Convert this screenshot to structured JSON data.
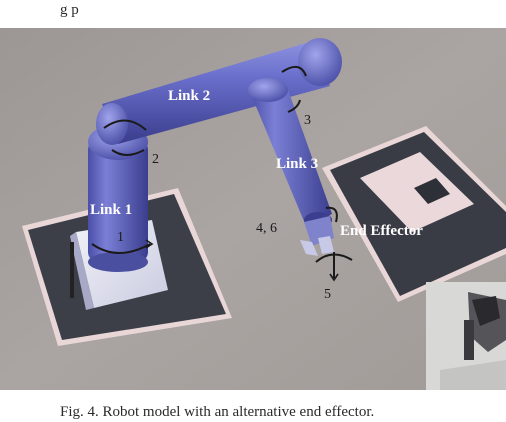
{
  "figure": {
    "caption_top": "g        p",
    "caption_bottom": "Fig. 4. Robot model with an alternative end effector."
  },
  "labels": {
    "link1": "Link 1",
    "link2": "Link 2",
    "link3": "Link 3",
    "end_effector": "End Effector"
  },
  "joints": {
    "j1": "1",
    "j2": "2",
    "j3": "3",
    "j46": "4, 6",
    "j5": "5"
  },
  "colors": {
    "table": "#a49e9b",
    "robot": "#5a5fb6",
    "marker_dark": "#3c3f48",
    "marker_border": "#d8b2b4"
  }
}
